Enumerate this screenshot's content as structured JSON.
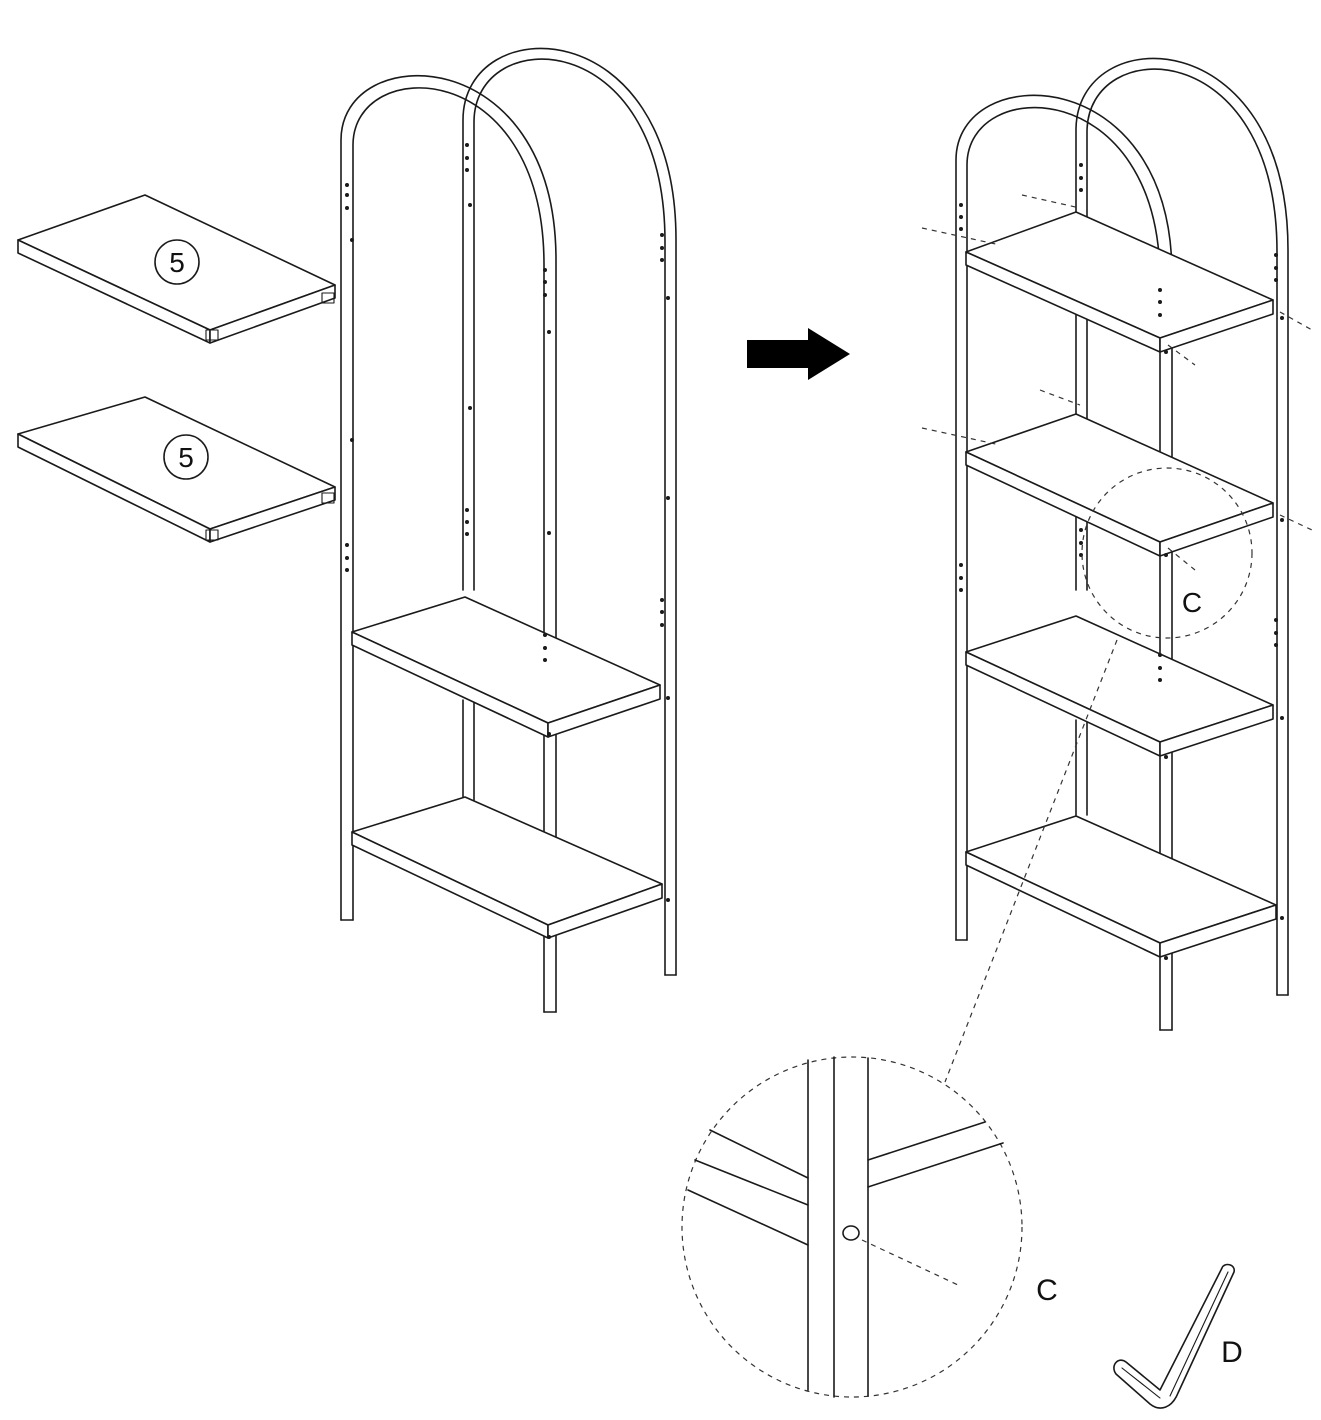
{
  "labels": {
    "shelf_part_top": "5",
    "shelf_part_bottom": "5",
    "detail_callout_small": "C",
    "detail_callout_large": "C",
    "tool_label": "D"
  },
  "colors": {
    "line": "#1a1a1a",
    "background": "#ffffff",
    "arrow": "#000000"
  },
  "icons": {
    "direction": "arrow-right-icon",
    "tool": "allen-key-icon"
  }
}
